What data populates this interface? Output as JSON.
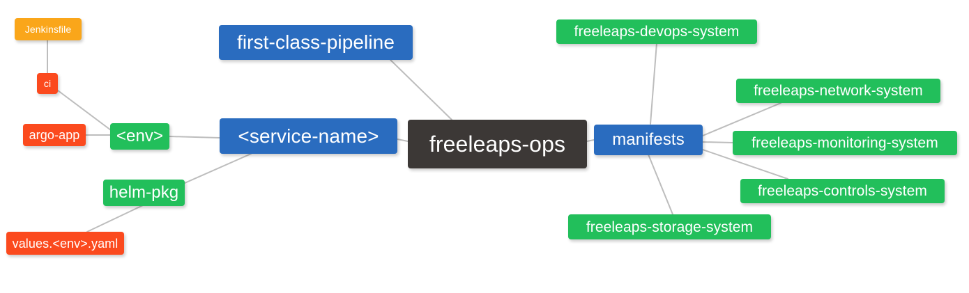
{
  "diagram": {
    "type": "mindmap",
    "title": "freeleaps-ops",
    "background_color": "#ffffff",
    "edge_color": "#bdbdbd",
    "palette": {
      "root": "#3c3836",
      "blue": "#2a6cbf",
      "green": "#22bf5b",
      "red": "#fb4a1e",
      "orange": "#faa61a",
      "text": "#ffffff"
    }
  },
  "nodes": {
    "root": {
      "label": "freeleaps-ops",
      "color": "#3c3836"
    },
    "service_name": {
      "label": "<service-name>",
      "color": "#2a6cbf"
    },
    "first_class_pipeline": {
      "label": "first-class-pipeline",
      "color": "#2a6cbf"
    },
    "manifests": {
      "label": "manifests",
      "color": "#2a6cbf"
    },
    "env": {
      "label": "<env>",
      "color": "#22bf5b"
    },
    "helm_pkg": {
      "label": "helm-pkg",
      "color": "#22bf5b"
    },
    "jenkinsfile": {
      "label": "Jenkinsfile",
      "color": "#faa61a"
    },
    "ci": {
      "label": "ci",
      "color": "#fb4a1e"
    },
    "argo_app": {
      "label": "argo-app",
      "color": "#fb4a1e"
    },
    "values_yaml": {
      "label": "values.<env>.yaml",
      "color": "#fb4a1e"
    },
    "devops_system": {
      "label": "freeleaps-devops-system",
      "color": "#22bf5b"
    },
    "network_system": {
      "label": "freeleaps-network-system",
      "color": "#22bf5b"
    },
    "monitoring_system": {
      "label": "freeleaps-monitoring-system",
      "color": "#22bf5b"
    },
    "controls_system": {
      "label": "freeleaps-controls-system",
      "color": "#22bf5b"
    },
    "storage_system": {
      "label": "freeleaps-storage-system",
      "color": "#22bf5b"
    }
  },
  "edges": [
    {
      "from": "root",
      "to": "first_class_pipeline"
    },
    {
      "from": "root",
      "to": "service_name"
    },
    {
      "from": "root",
      "to": "manifests"
    },
    {
      "from": "service_name",
      "to": "env"
    },
    {
      "from": "service_name",
      "to": "helm_pkg"
    },
    {
      "from": "env",
      "to": "ci"
    },
    {
      "from": "env",
      "to": "argo_app"
    },
    {
      "from": "ci",
      "to": "jenkinsfile"
    },
    {
      "from": "helm_pkg",
      "to": "values_yaml"
    },
    {
      "from": "manifests",
      "to": "devops_system"
    },
    {
      "from": "manifests",
      "to": "network_system"
    },
    {
      "from": "manifests",
      "to": "monitoring_system"
    },
    {
      "from": "manifests",
      "to": "controls_system"
    },
    {
      "from": "manifests",
      "to": "storage_system"
    }
  ]
}
